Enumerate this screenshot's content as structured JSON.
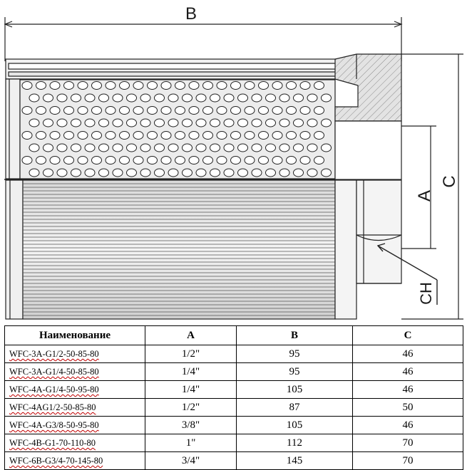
{
  "drawing": {
    "dimension_labels": {
      "b": "B",
      "a": "A",
      "c": "C",
      "ch": "CH"
    }
  },
  "table": {
    "headers": [
      "Наименование",
      "A",
      "B",
      "C"
    ],
    "rows": [
      [
        "WFC-3A-G1/2-50-85-80",
        "1/2\"",
        "95",
        "46"
      ],
      [
        "WFC-3A-G1/4-50-85-80",
        "1/4\"",
        "95",
        "46"
      ],
      [
        "WFC-4A-G1/4-50-95-80",
        "1/4\"",
        "105",
        "46"
      ],
      [
        "WFC-4AG1/2-50-85-80",
        "1/2\"",
        "87",
        "50"
      ],
      [
        "WFC-4A-G3/8-50-95-80",
        "3/8\"",
        "105",
        "46"
      ],
      [
        "WFC-4B-G1-70-110-80",
        "1\"",
        "112",
        "70"
      ],
      [
        "WFC-6B-G3/4-70-145-80",
        "3/4\"",
        "145",
        "70"
      ]
    ]
  }
}
